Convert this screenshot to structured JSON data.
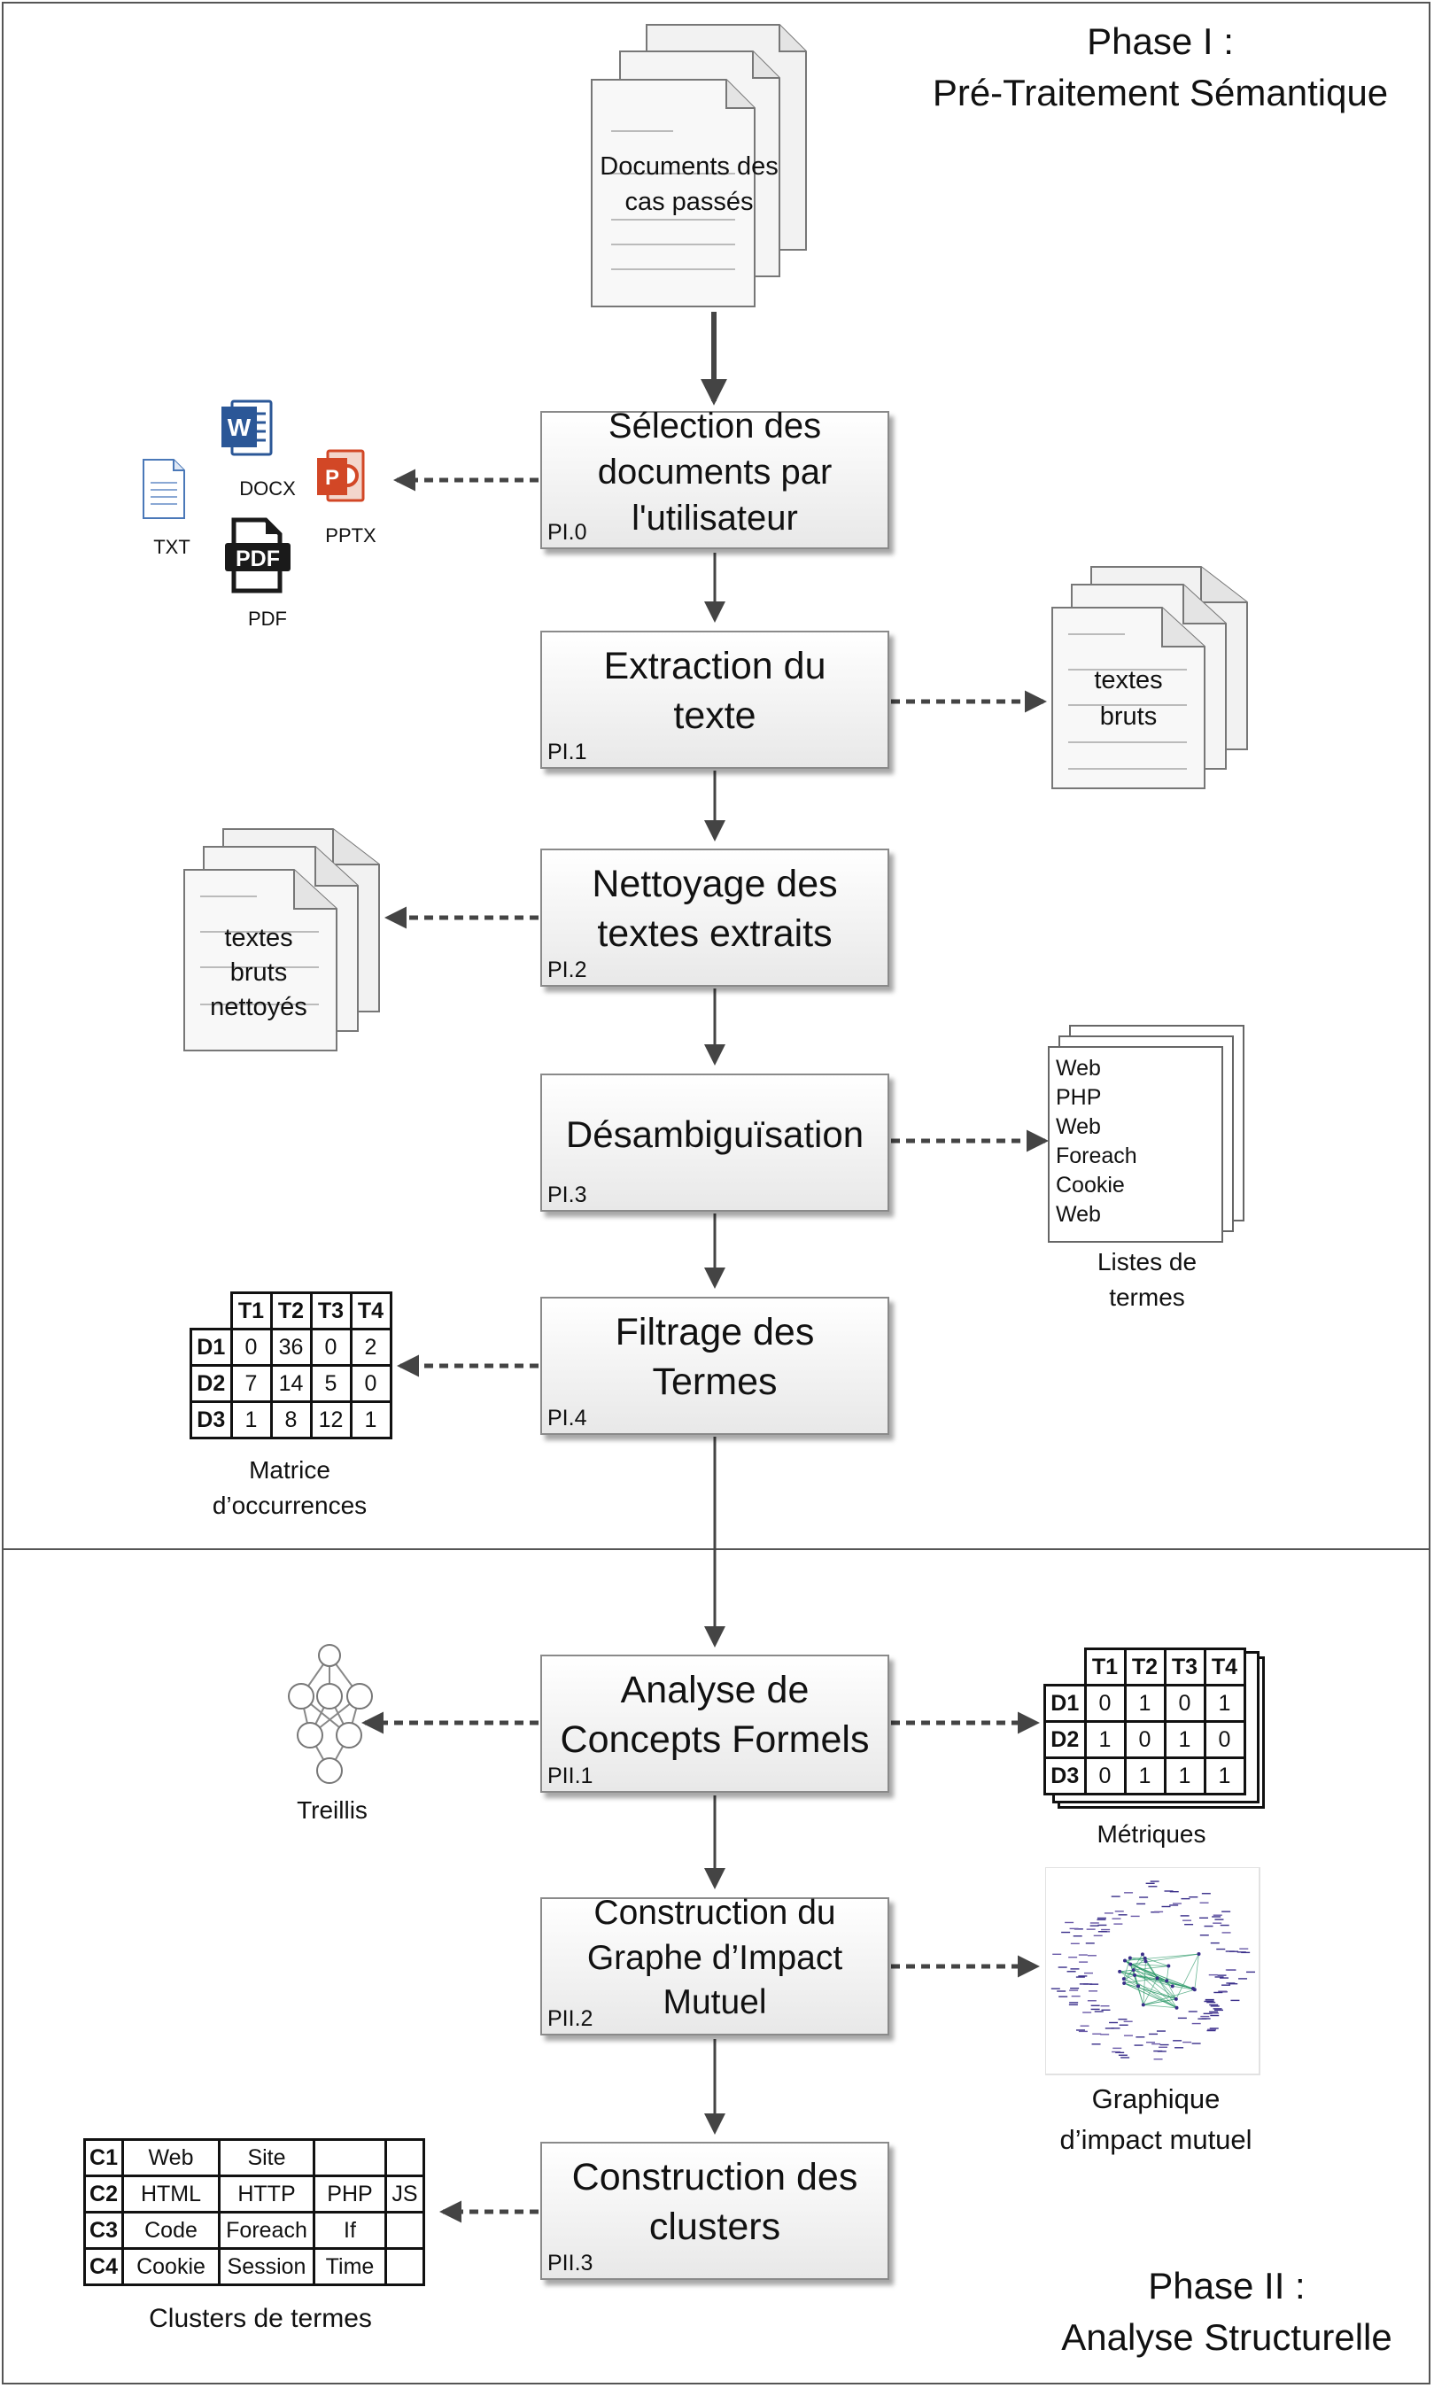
{
  "phase1": {
    "line1": "Phase I :",
    "line2": "Pré-Traitement Sémantique"
  },
  "phase2": {
    "line1": "Phase II :",
    "line2": "Analyse Structurelle"
  },
  "steps": [
    {
      "label": "Sélection des documents par l'utilisateur",
      "code": "PI.0"
    },
    {
      "label": "Extraction du texte",
      "code": "PI.1"
    },
    {
      "label": "Nettoyage des textes extraits",
      "code": "PI.2"
    },
    {
      "label": "Désambiguïsation",
      "code": "PI.3"
    },
    {
      "label": "Filtrage des Termes",
      "code": "PI.4"
    },
    {
      "label": "Analyse de Concepts Formels",
      "code": "PII.1"
    },
    {
      "label": "Construction du Graphe d’Impact Mutuel",
      "code": "PII.2"
    },
    {
      "label": "Construction des clusters",
      "code": "PII.3"
    }
  ],
  "docs_input": {
    "line1": "Documents des",
    "line2": "cas passés"
  },
  "file_types": {
    "docx": "DOCX",
    "pptx": "PPTX",
    "txt": "TXT",
    "pdf": "PDF",
    "word_letter": "W",
    "ppt_letter": "P"
  },
  "raw_texts": {
    "line1": "textes",
    "line2": "bruts"
  },
  "clean_texts": {
    "line1": "textes",
    "line2": "bruts",
    "line3": "nettoyés"
  },
  "term_lists": {
    "items": [
      "Web",
      "PHP",
      "Web",
      "Foreach",
      "Cookie",
      "Web"
    ],
    "caption_line1": "Listes de",
    "caption_line2": "termes"
  },
  "occurrence_matrix": {
    "columns": [
      "T1",
      "T2",
      "T3",
      "T4"
    ],
    "rows": [
      {
        "label": "D1",
        "values": [
          "0",
          "36",
          "0",
          "2"
        ]
      },
      {
        "label": "D2",
        "values": [
          "7",
          "14",
          "5",
          "0"
        ]
      },
      {
        "label": "D3",
        "values": [
          "1",
          "8",
          "12",
          "1"
        ]
      }
    ],
    "caption_line1": "Matrice",
    "caption_line2": "d’occurrences"
  },
  "lattice": {
    "caption": "Treillis"
  },
  "metrics_matrix": {
    "columns": [
      "T1",
      "T2",
      "T3",
      "T4"
    ],
    "rows": [
      {
        "label": "D1",
        "values": [
          "0",
          "1",
          "0",
          "1"
        ]
      },
      {
        "label": "D2",
        "values": [
          "1",
          "0",
          "1",
          "0"
        ]
      },
      {
        "label": "D3",
        "values": [
          "0",
          "1",
          "1",
          "1"
        ]
      }
    ],
    "caption": "Métriques"
  },
  "impact_graph": {
    "caption_line1": "Graphique",
    "caption_line2": "d’impact mutuel"
  },
  "clusters": {
    "rows": [
      {
        "label": "C1",
        "terms": [
          "Web",
          "Site",
          "",
          ""
        ]
      },
      {
        "label": "C2",
        "terms": [
          "HTML",
          "HTTP",
          "PHP",
          "JS"
        ]
      },
      {
        "label": "C3",
        "terms": [
          "Code",
          "Foreach",
          "If",
          ""
        ]
      },
      {
        "label": "C4",
        "terms": [
          "Cookie",
          "Session",
          "Time",
          ""
        ]
      }
    ],
    "caption": "Clusters de termes"
  },
  "colors": {
    "word": "#2b5797",
    "powerpoint": "#d24726",
    "pdf": "#1a1a1a",
    "graph_edges": "#2e9a6a",
    "graph_nodes": "#3a2f8a"
  }
}
